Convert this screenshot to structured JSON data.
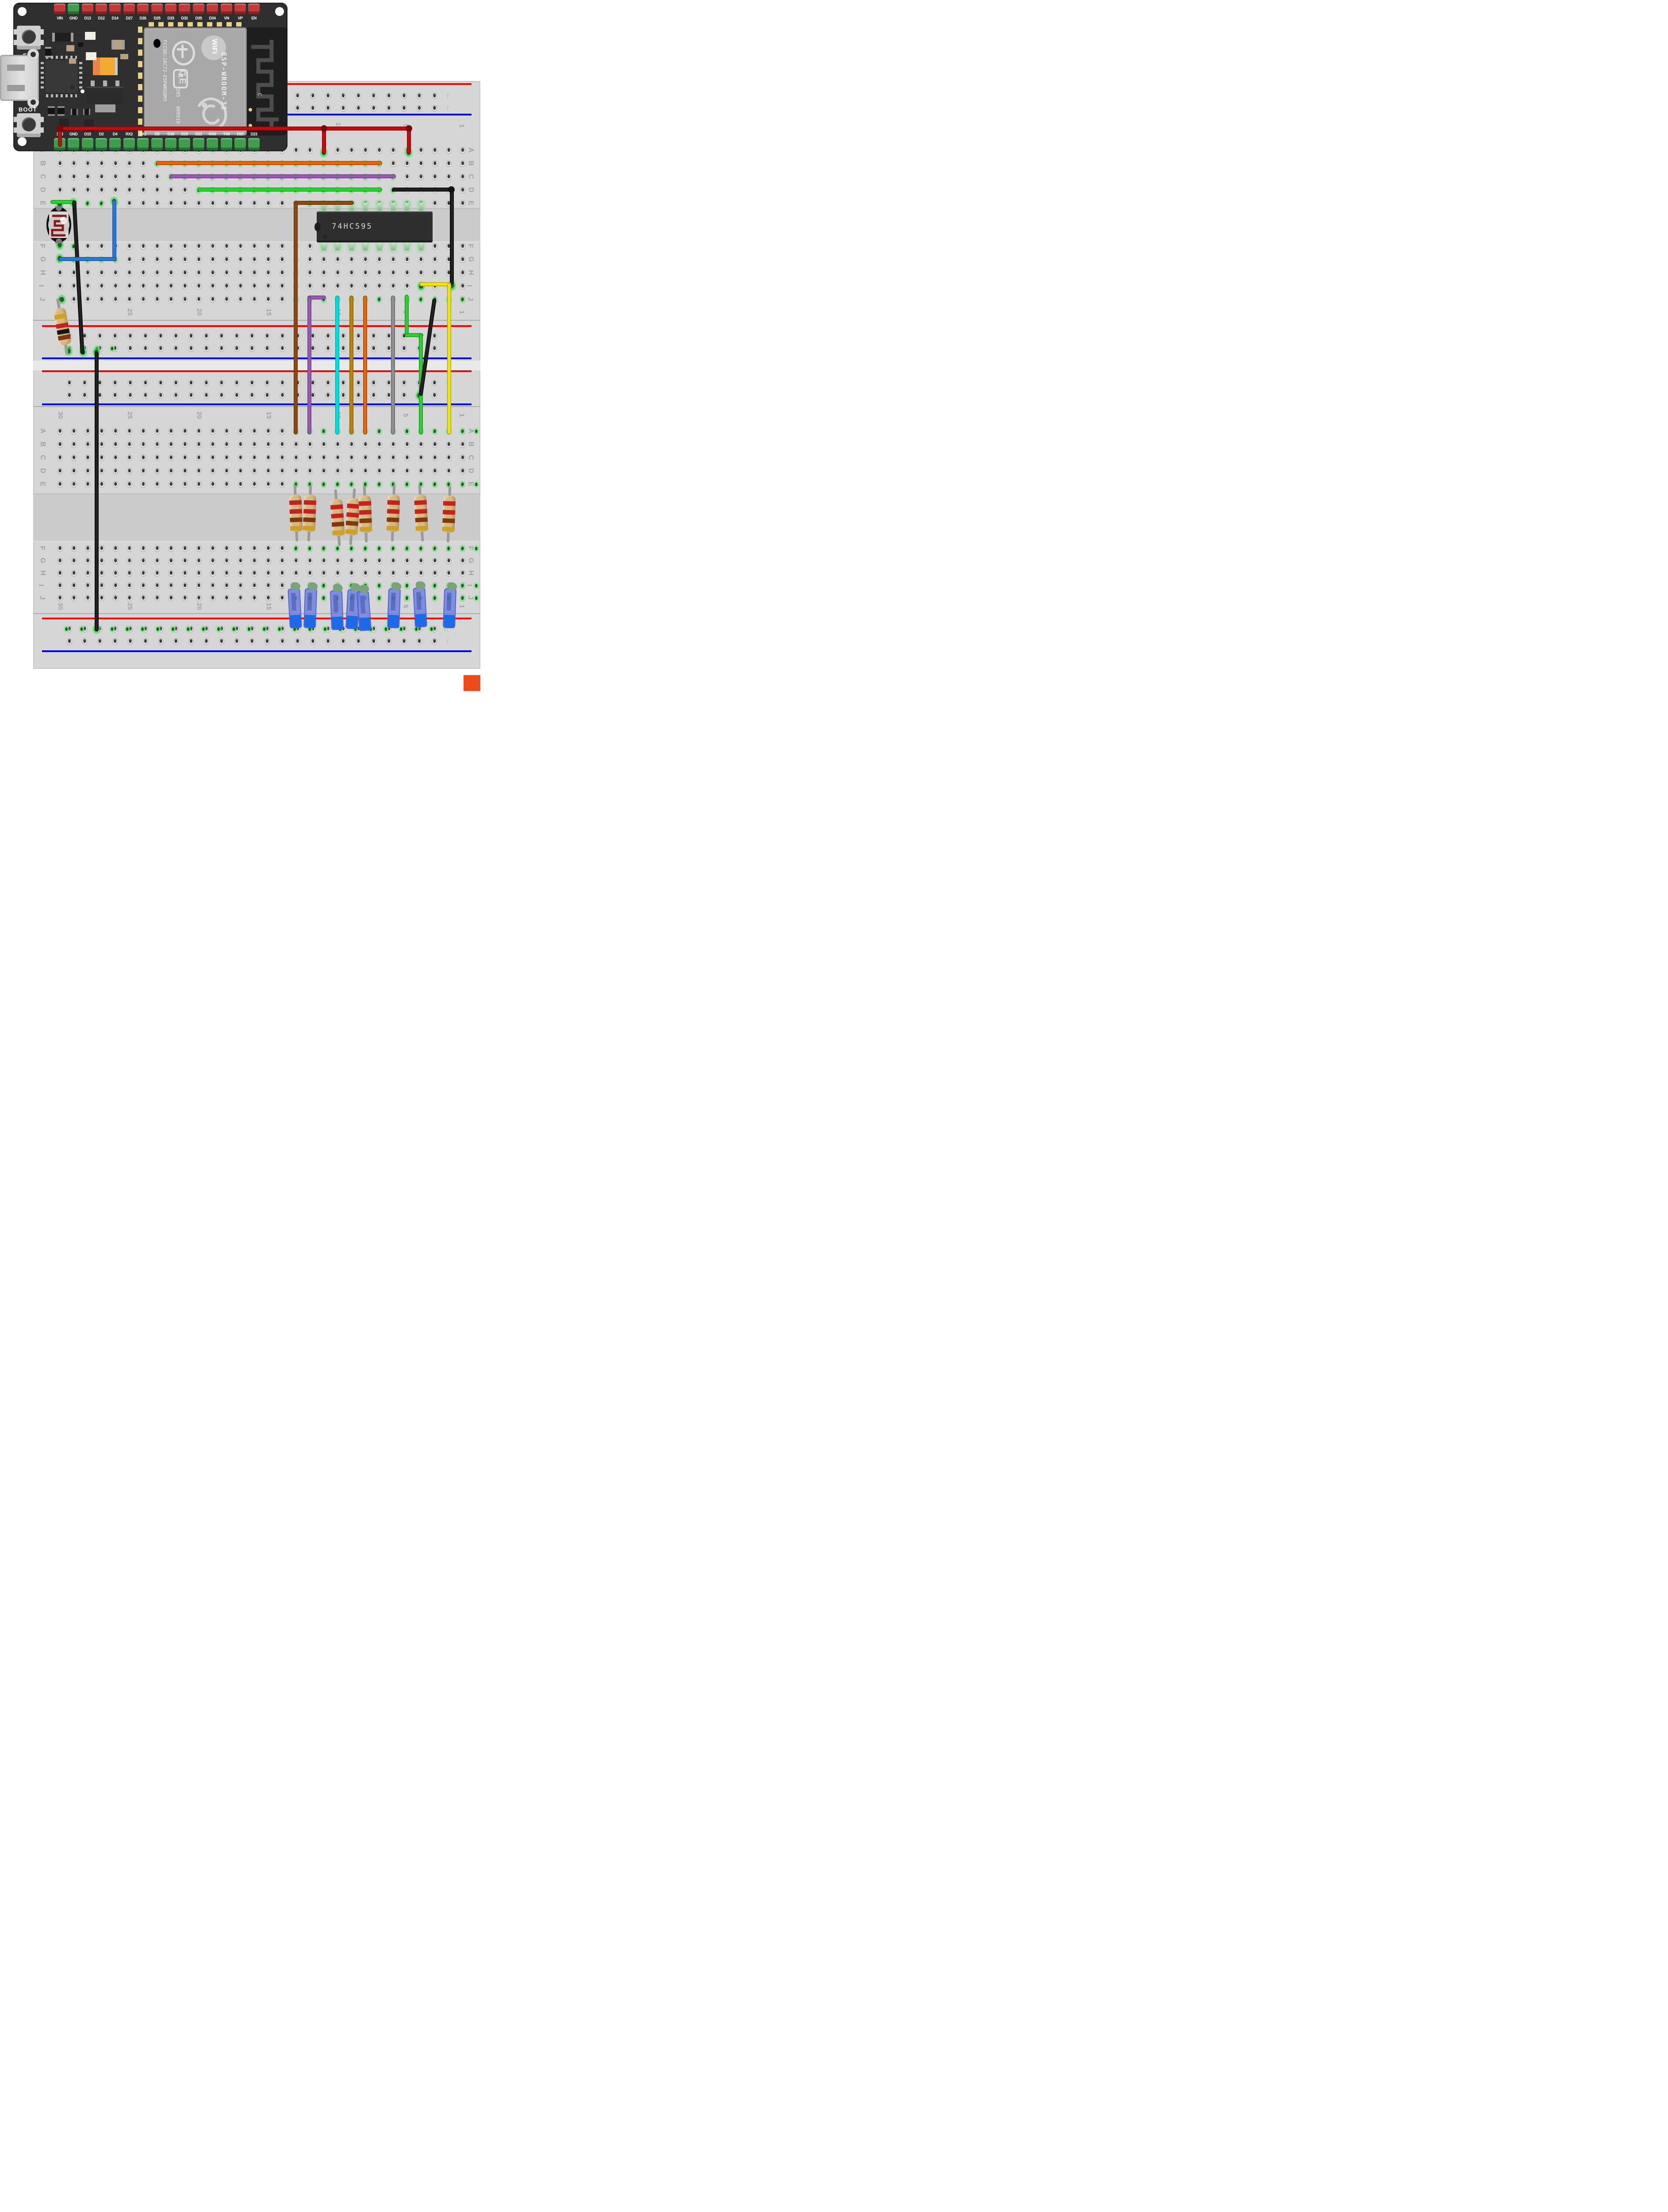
{
  "esp32": {
    "top_pins": [
      "VIN",
      "GND",
      "D13",
      "D12",
      "D14",
      "D27",
      "D26",
      "D25",
      "D33",
      "D32",
      "D35",
      "D34",
      "VN",
      "VP",
      "EN"
    ],
    "bottom_pins": [
      "3V3",
      "GND",
      "D15",
      "D2",
      "D4",
      "RX2",
      "TX2",
      "D5",
      "D18",
      "D19",
      "D21",
      "RX0",
      "TX0",
      "D22",
      "D23"
    ],
    "en_button": "EN",
    "boot_button": "BOOT",
    "module": {
      "fcc": "FCC9D:2AC72-ESPWROOM3",
      "reg_mark": "R",
      "reg_num": "205 - 000519",
      "wifi": "WiFi",
      "ce": "CE",
      "model": "ESP-WROOM-32",
      "antenna_mark": "C"
    }
  },
  "chip": {
    "label": "74HC595"
  },
  "breadboard": {
    "column_numbers": [
      "30",
      "25",
      "20",
      "15",
      "10",
      "5",
      "1"
    ],
    "letters_ae": [
      "A",
      "B",
      "C",
      "D",
      "E"
    ],
    "letters_fj": [
      "F",
      "G",
      "H",
      "I",
      "J"
    ]
  },
  "components": {
    "photoresistor": "LDR",
    "resistor_1k_bands": [
      "gold",
      "red",
      "black",
      "brown"
    ],
    "resistor_220_bands": [
      "red",
      "red",
      "brown",
      "gold"
    ],
    "resistor_count": "8",
    "led_count": "8",
    "led_color": "blue"
  },
  "wires": [
    {
      "name": "3v3-power",
      "color": "#c00d0d"
    },
    {
      "name": "row-b-orange",
      "color": "#e8650c"
    },
    {
      "name": "row-c-purple",
      "color": "#9b59b6"
    },
    {
      "name": "row-d-green",
      "color": "#29d32e"
    },
    {
      "name": "row-d-black",
      "color": "#222222"
    },
    {
      "name": "ldr-green-stub",
      "color": "#29d32e"
    },
    {
      "name": "ldr-black",
      "color": "#1c1c1c"
    },
    {
      "name": "blue-jumper",
      "color": "#2979d9"
    },
    {
      "name": "ground-link-black",
      "color": "#1c1c1c"
    },
    {
      "name": "brown-data",
      "color": "#8a4a12"
    },
    {
      "name": "shift-q-purple",
      "color": "#9b59b6"
    },
    {
      "name": "shift-q-cyan",
      "color": "#00e0e0"
    },
    {
      "name": "shift-q-olive",
      "color": "#b8860b"
    },
    {
      "name": "shift-q-orange",
      "color": "#e8650c"
    },
    {
      "name": "shift-q-gray",
      "color": "#909090"
    },
    {
      "name": "shift-q-green",
      "color": "#29d32e"
    },
    {
      "name": "shift-q-yellow",
      "color": "#f2e60a"
    },
    {
      "name": "rail-diagonal-black",
      "color": "#1c1c1c"
    }
  ],
  "colors": {
    "wire_red": "#c00d0d",
    "wire_orange": "#e8650c",
    "wire_purple": "#9b59b6",
    "wire_green": "#29d32e",
    "wire_blue": "#2979d9",
    "wire_cyan": "#00e0e0",
    "wire_olive": "#b8860b",
    "wire_gray": "#909090",
    "wire_brown": "#8a4a12",
    "wire_yellow": "#f2e60a",
    "wire_black": "#222222",
    "rail_red": "#ff0000",
    "rail_blue": "#0000ee",
    "board": "#d6d6d6",
    "pcb": "#2f2f2f",
    "shield": "#a8a8a8",
    "chip_body": "#2e2e2e",
    "led_blue": "#5f7ae0",
    "resistor_body": "#dcb97b"
  }
}
